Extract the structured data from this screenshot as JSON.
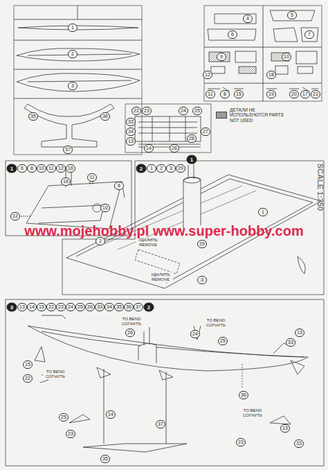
{
  "diagram": {
    "labels": [
      "1",
      "2",
      "3",
      "35",
      "36",
      "37",
      "22",
      "23",
      "24",
      "25",
      "33",
      "34",
      "13",
      "14",
      "26",
      "28",
      "27",
      "4",
      "5",
      "6",
      "7",
      "9",
      "10",
      "12",
      "18",
      "11",
      "8",
      "15",
      "19",
      "20",
      "17",
      "21",
      "SCALE 1:350",
      "1",
      "6",
      "8",
      "10",
      "11",
      "12",
      "16",
      "16",
      "11",
      "8",
      "10",
      "12",
      "2",
      "1",
      "2",
      "3",
      "29",
      "1",
      "1",
      "2",
      "УДАЛИТЬ REMOVE",
      "29",
      "УДАЛИТЬ REMOVE",
      "3",
      "www.mojehobby.pl www.super-hobby.com",
      "3",
      "13",
      "14",
      "15",
      "22",
      "23",
      "24",
      "25",
      "26",
      "33",
      "34",
      "35",
      "36",
      "37",
      "2",
      "26",
      "TO BEND СОГНУТЬ",
      "24",
      "TO BEND СОГНУТЬ",
      "25",
      "13",
      "33",
      "15",
      "22",
      "TO BEND СОГНУТЬ",
      "36",
      "25",
      "14",
      "23",
      "35",
      "37",
      "TO BEND СОГНУТЬ",
      "13",
      "23",
      "33"
    ],
    "legend": [
      {
        "text": "ДЕТАЛИ НЕ ИСПОЛЬЗУЮТСЯ PARTS NOT USED",
        "color": "#9a9a9a"
      }
    ]
  }
}
